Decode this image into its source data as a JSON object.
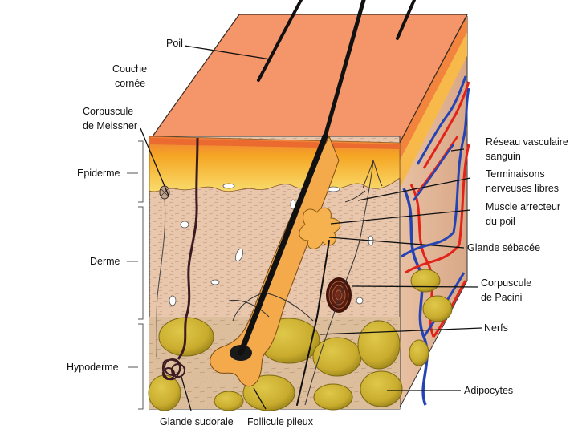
{
  "labels": {
    "poil": "Poil",
    "couche_cornee_1": "Couche",
    "couche_cornee_2": "cornée",
    "meissner_1": "Corpuscule",
    "meissner_2": "de Meissner",
    "epiderme": "Epiderme",
    "derme": "Derme",
    "hypoderme": "Hypoderme",
    "glande_sudorale": "Glande sudorale",
    "follicule_pileux": "Follicule pileux",
    "reseau_1": "Réseau vasculaire",
    "reseau_2": "sanguin",
    "terminaisons_1": "Terminaisons",
    "terminaisons_2": "nerveuses libres",
    "muscle_1": "Muscle arrecteur",
    "muscle_2": "du poil",
    "glande_sebacee": "Glande sébacée",
    "pacini_1": "Corpuscule",
    "pacini_2": "de Pacini",
    "nerfs": "Nerfs",
    "adipocytes": "Adipocytes"
  },
  "colors": {
    "surface": "#f4956a",
    "surface_edge": "#e4703c",
    "epidermis_top": "#f2743a",
    "epidermis_mid": "#f5a623",
    "epidermis_low": "#f8d25a",
    "dermis": "#e8c4aa",
    "hypodermis": "#d9b896",
    "adipocyte": "#cfb436",
    "adipocyte_dark": "#8f7a12",
    "vessel_red": "#e2231a",
    "vessel_blue": "#2443b5",
    "gland": "#f4a94a",
    "hair": "#111111"
  }
}
